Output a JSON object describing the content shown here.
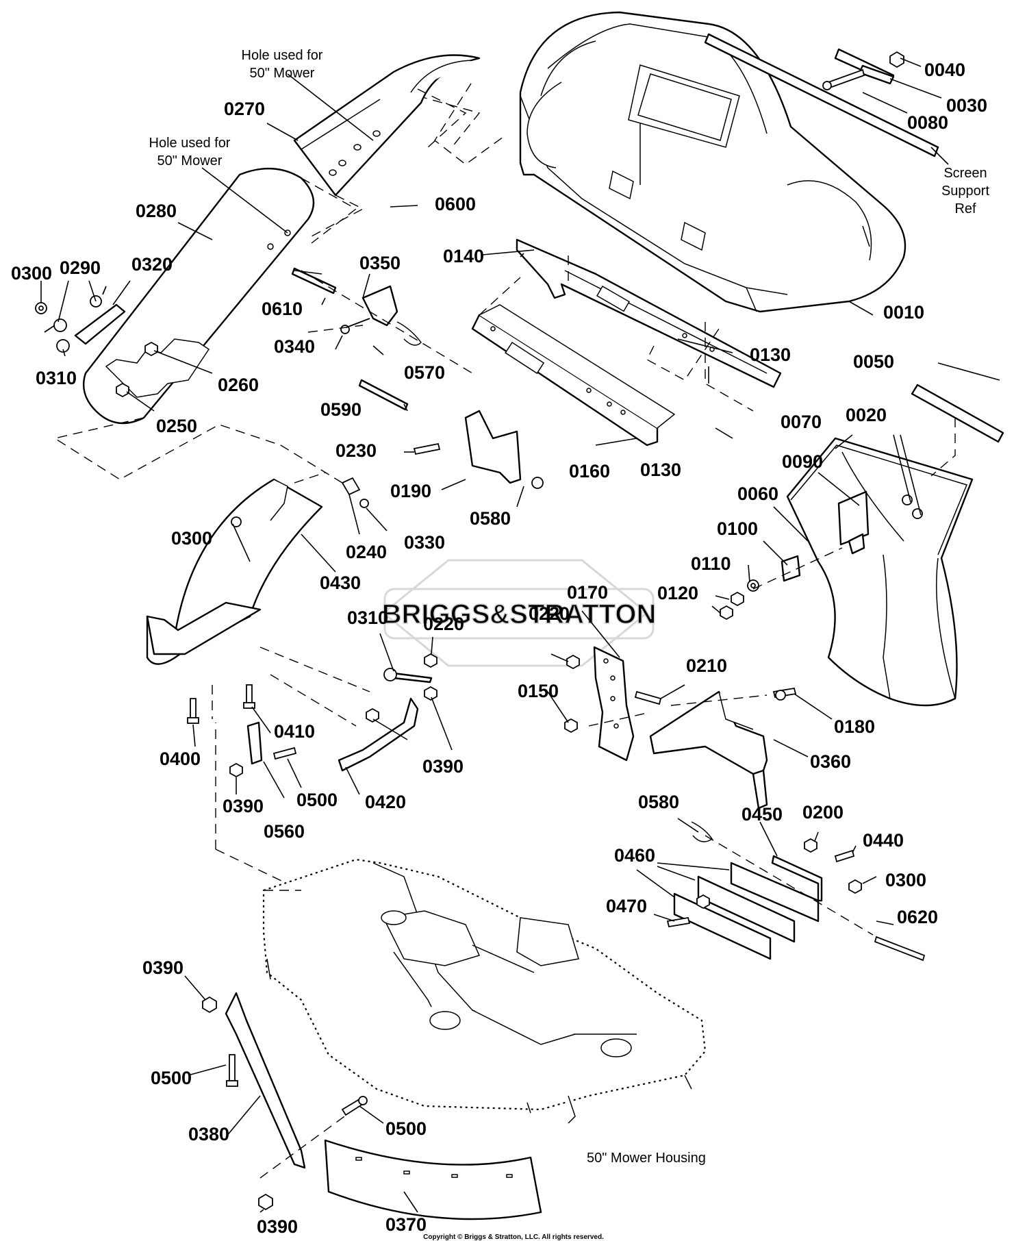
{
  "labels": [
    {
      "id": "0010",
      "text": "0010"
    },
    {
      "id": "0020",
      "text": "0020"
    },
    {
      "id": "0030",
      "text": "0030"
    },
    {
      "id": "0040",
      "text": "0040"
    },
    {
      "id": "0050",
      "text": "0050"
    },
    {
      "id": "0060",
      "text": "0060"
    },
    {
      "id": "0070",
      "text": "0070"
    },
    {
      "id": "0080",
      "text": "0080"
    },
    {
      "id": "0090",
      "text": "0090"
    },
    {
      "id": "0100",
      "text": "0100"
    },
    {
      "id": "0110",
      "text": "0110"
    },
    {
      "id": "0120",
      "text": "0120"
    },
    {
      "id": "0130a",
      "text": "0130"
    },
    {
      "id": "0130b",
      "text": "0130"
    },
    {
      "id": "0140",
      "text": "0140"
    },
    {
      "id": "0150",
      "text": "0150"
    },
    {
      "id": "0160",
      "text": "0160"
    },
    {
      "id": "0170",
      "text": "0170"
    },
    {
      "id": "0180",
      "text": "0180"
    },
    {
      "id": "0190",
      "text": "0190"
    },
    {
      "id": "0200",
      "text": "0200"
    },
    {
      "id": "0210",
      "text": "0210"
    },
    {
      "id": "0220a",
      "text": "0220"
    },
    {
      "id": "0220b",
      "text": "0220"
    },
    {
      "id": "0230",
      "text": "0230"
    },
    {
      "id": "0240",
      "text": "0240"
    },
    {
      "id": "0250",
      "text": "0250"
    },
    {
      "id": "0260",
      "text": "0260"
    },
    {
      "id": "0270",
      "text": "0270"
    },
    {
      "id": "0280",
      "text": "0280"
    },
    {
      "id": "0290",
      "text": "0290"
    },
    {
      "id": "0300a",
      "text": "0300"
    },
    {
      "id": "0300b",
      "text": "0300"
    },
    {
      "id": "0300c",
      "text": "0300"
    },
    {
      "id": "0310a",
      "text": "0310"
    },
    {
      "id": "0310b",
      "text": "0310"
    },
    {
      "id": "0320",
      "text": "0320"
    },
    {
      "id": "0330",
      "text": "0330"
    },
    {
      "id": "0340",
      "text": "0340"
    },
    {
      "id": "0350",
      "text": "0350"
    },
    {
      "id": "0360",
      "text": "0360"
    },
    {
      "id": "0370",
      "text": "0370"
    },
    {
      "id": "0380",
      "text": "0380"
    },
    {
      "id": "0390a",
      "text": "0390"
    },
    {
      "id": "0390b",
      "text": "0390"
    },
    {
      "id": "0390c",
      "text": "0390"
    },
    {
      "id": "0390d",
      "text": "0390"
    },
    {
      "id": "0400",
      "text": "0400"
    },
    {
      "id": "0410",
      "text": "0410"
    },
    {
      "id": "0420",
      "text": "0420"
    },
    {
      "id": "0430",
      "text": "0430"
    },
    {
      "id": "0440",
      "text": "0440"
    },
    {
      "id": "0450",
      "text": "0450"
    },
    {
      "id": "0460",
      "text": "0460"
    },
    {
      "id": "0470",
      "text": "0470"
    },
    {
      "id": "0500a",
      "text": "0500"
    },
    {
      "id": "0500b",
      "text": "0500"
    },
    {
      "id": "0500c",
      "text": "0500"
    },
    {
      "id": "0560",
      "text": "0560"
    },
    {
      "id": "0570",
      "text": "0570"
    },
    {
      "id": "0580a",
      "text": "0580"
    },
    {
      "id": "0580b",
      "text": "0580"
    },
    {
      "id": "0590",
      "text": "0590"
    },
    {
      "id": "0600",
      "text": "0600"
    },
    {
      "id": "0610",
      "text": "0610"
    },
    {
      "id": "0620",
      "text": "0620"
    }
  ],
  "notes": {
    "hole_270_line1": "Hole used for",
    "hole_270_line2": "50\" Mower",
    "hole_280_line1": "Hole used for",
    "hole_280_line2": "50\" Mower",
    "screen_line1": "Screen",
    "screen_line2": "Support",
    "screen_line3": "Ref",
    "housing": "50\" Mower Housing"
  },
  "watermark": "BRIGGS&STRATTON",
  "copyright": "Copyright © Briggs & Stratton, LLC. All rights reserved."
}
